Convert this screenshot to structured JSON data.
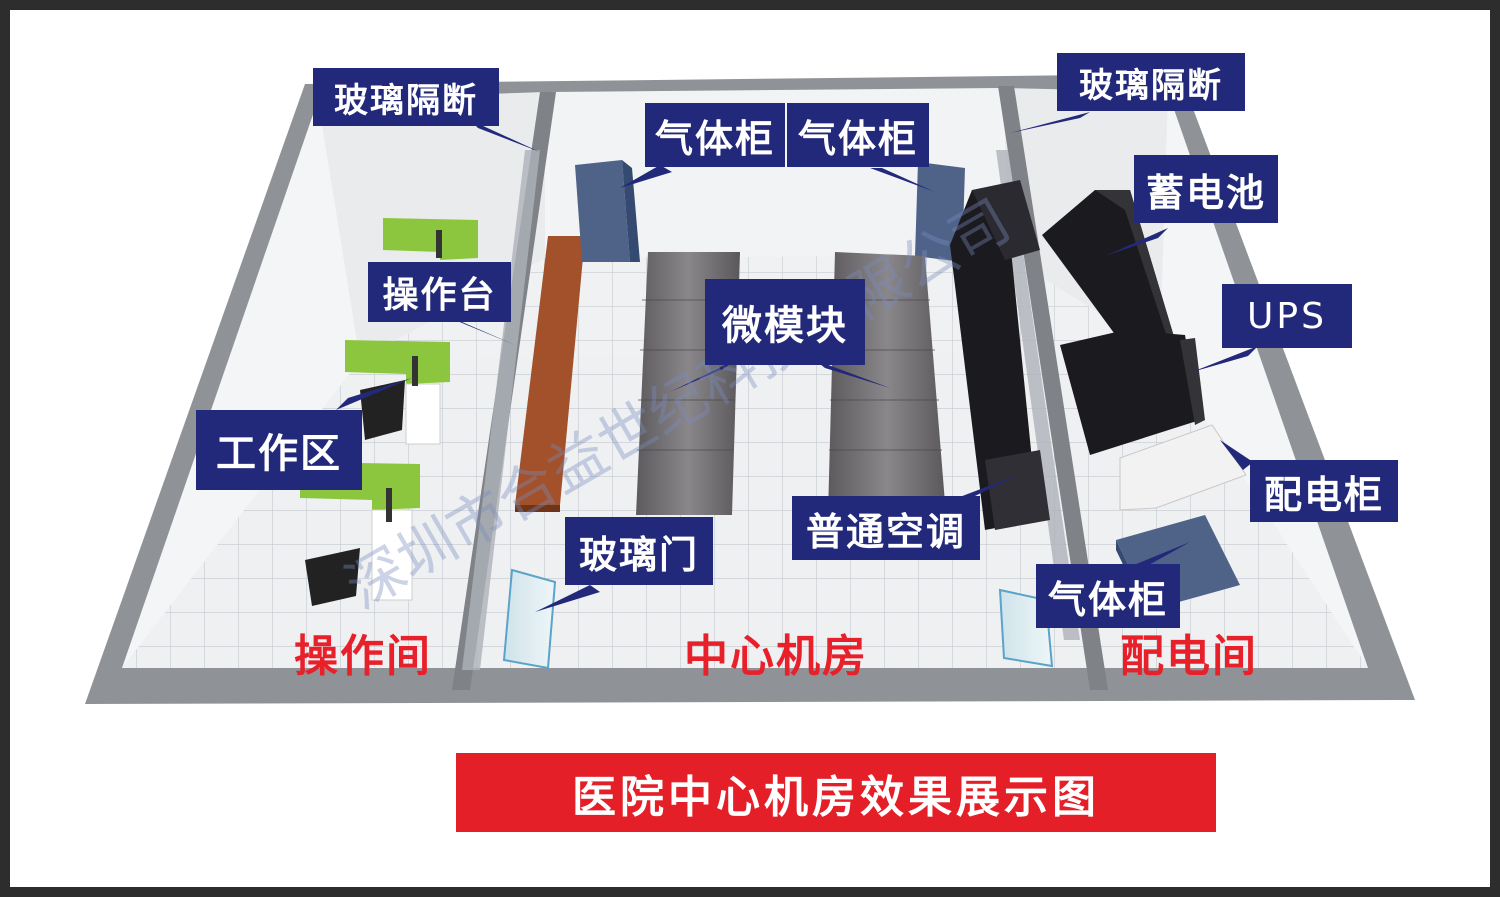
{
  "labels": {
    "glass_partition_left": "玻璃隔断",
    "gas_cabinet_1": "气体柜",
    "gas_cabinet_2": "气体柜",
    "glass_partition_right": "玻璃隔断",
    "battery": "蓄电池",
    "console": "操作台",
    "micro_module": "微模块",
    "ups": "UPS",
    "work_area": "工作区",
    "distribution_cabinet": "配电柜",
    "air_conditioner": "普通空调",
    "glass_door": "玻璃门",
    "gas_cabinet_3": "气体柜"
  },
  "rooms": {
    "operation_room": "操作间",
    "center_room": "中心机房",
    "power_room": "配电间"
  },
  "title": "医院中心机房效果展示图",
  "watermark": "深圳市合益世纪科技有限公司",
  "colors": {
    "label_bg": "#23297a",
    "room_text": "#e8202a",
    "banner_bg": "#e41f28",
    "console_green": "#8cc63f",
    "micro_module_gray": "#6e6b6e",
    "equipment_black": "#1b1b1f"
  }
}
